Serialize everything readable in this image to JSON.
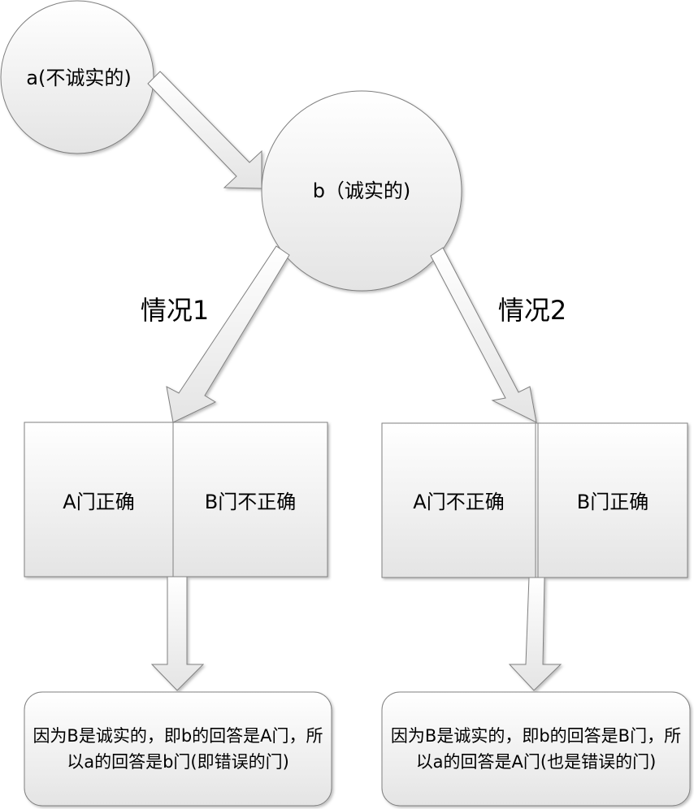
{
  "nodes": {
    "a": "a(不诚实的)",
    "b": "b（诚实的)"
  },
  "cases": [
    {
      "label": "情况1",
      "cells": [
        "A门正确",
        "B门不正确"
      ],
      "conclusion": "因为B是诚实的，即b的回答是A门，所以a的回答是b门(即错误的门)"
    },
    {
      "label": "情况2",
      "cells": [
        "A门不正确",
        "B门正确"
      ],
      "conclusion": "因为B是诚实的，即b的回答是B门，所以a的回答是A门(也是错误的门)"
    }
  ],
  "colors": {
    "stroke": "#808080",
    "fill_light": "#ffffff",
    "fill_dark": "#e6e6e6"
  }
}
